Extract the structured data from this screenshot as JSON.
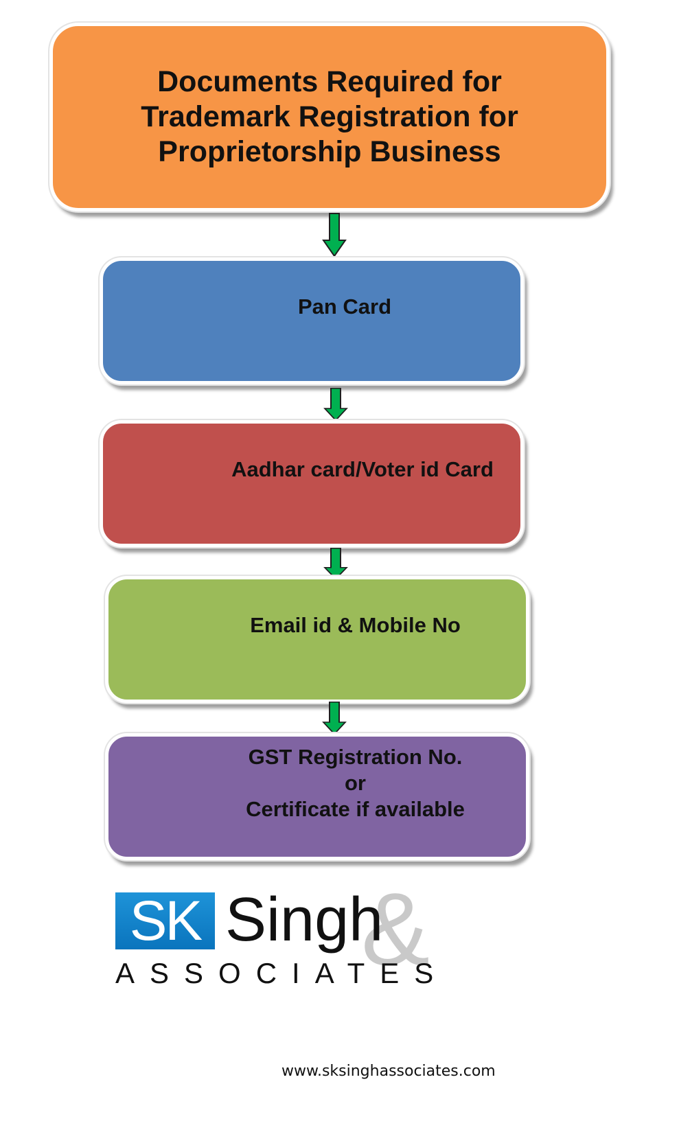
{
  "title": {
    "lines": [
      "Documents Required for",
      "Trademark Registration for",
      "Proprietorship Business"
    ],
    "color": "#f79546"
  },
  "steps": [
    {
      "label": "Pan Card",
      "color": "#4f81bd"
    },
    {
      "label": "Aadhar card/Voter id Card",
      "color": "#c0504d"
    },
    {
      "label": "Email id & Mobile No",
      "color": "#9bbb59"
    },
    {
      "lines": [
        "GST Registration No.",
        "or",
        "Certificate if available"
      ],
      "color": "#8064a2"
    }
  ],
  "arrow_color": "#00b050",
  "logo": {
    "sk": "SK",
    "name": "Singh",
    "amp": "&",
    "sub": "ASSOCIATES",
    "sk_color": "#0a7fcb"
  },
  "website": "www.sksinghassociates.com"
}
